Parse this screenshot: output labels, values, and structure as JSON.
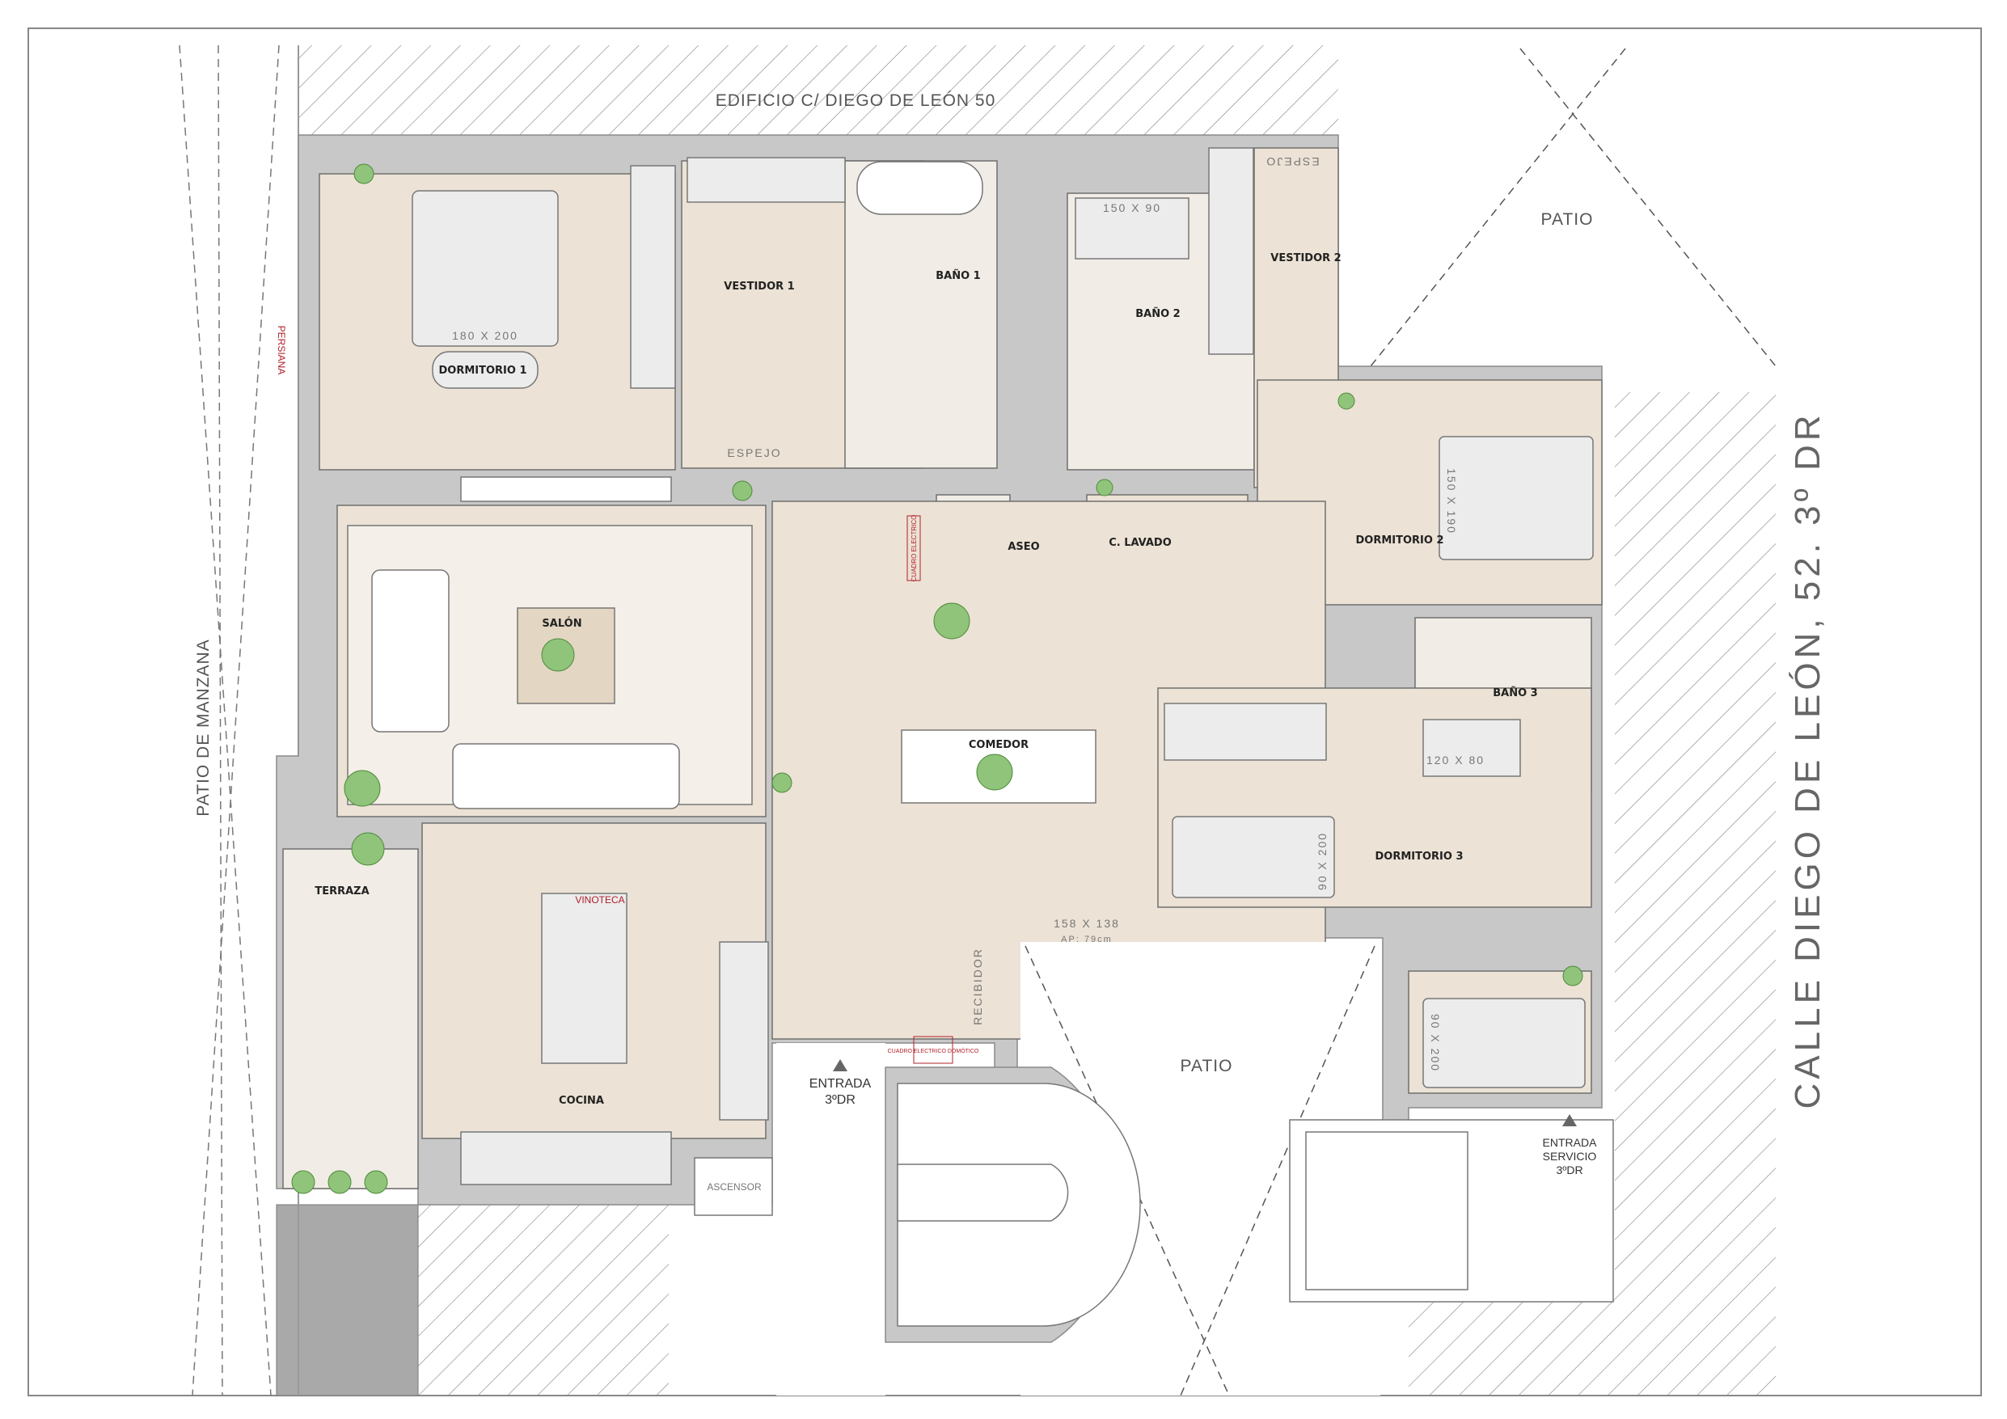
{
  "surroundings": {
    "top_building": "EDIFICIO C/ DIEGO DE LEÓN 50",
    "street": "CALLE DIEGO DE LEÓN, 52. 3º DR",
    "left_patio": "PATIO DE MANZANA",
    "persiana": "PERSIANA",
    "patio_top": "PATIO",
    "patio_bottom": "PATIO"
  },
  "rooms": {
    "dormitorio1": "DORMITORIO 1",
    "vestidor1": "VESTIDOR 1",
    "bano1": "BAÑO 1",
    "bano2": "BAÑO 2",
    "vestidor2": "VESTIDOR 2",
    "dormitorio2": "DORMITORIO 2",
    "aseo": "ASEO",
    "lavado": "C. LAVADO",
    "salon": "SALÓN",
    "comedor": "COMEDOR",
    "bano3": "BAÑO 3",
    "dormitorio3": "DORMITORIO 3",
    "terraza": "TERRAZA",
    "cocina": "COCINA",
    "recibidor": "RECIBIDOR"
  },
  "annotations": {
    "bed1": "180 X 200",
    "bed2": "150 X 190",
    "bed3": "90 X 200",
    "bed4": "90 X 200",
    "shower2": "150 X 90",
    "shower3": "120 X 80",
    "espejo1": "ESPEJO",
    "espejo2": "ESPEJO",
    "window": "158 X 138",
    "window_ap": "AP: 79cm",
    "vinoteca": "VINOTECA",
    "cuadro1": "CUADRO ELECTRICO",
    "cuadro2": "CUADRO ELECTRICO DOMÓTICO",
    "ascensor": "ASCENSOR"
  },
  "entrances": {
    "main_line1": "ENTRADA",
    "main_line2": "3ºDR",
    "service_line1": "ENTRADA",
    "service_line2": "SERVICIO",
    "service_line3": "3ºDR"
  },
  "colors": {
    "floor": "#ece2d5",
    "wall": "#c8c8c8",
    "tile": "#f1ede6",
    "plant": "#8fc47a",
    "annotation_red": "#b0202a"
  }
}
